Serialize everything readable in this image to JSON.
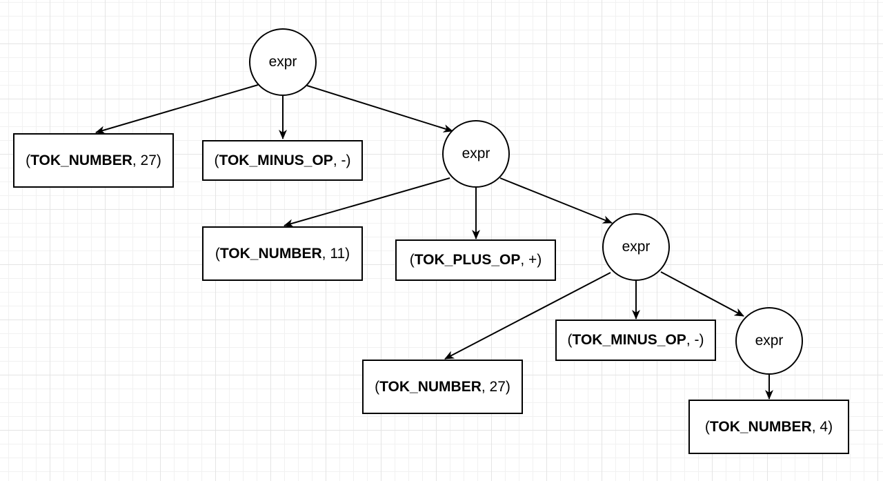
{
  "tree": {
    "nodes": [
      {
        "id": "expr1",
        "label": "expr"
      },
      {
        "id": "tok1",
        "token": "TOK_NUMBER",
        "value": "27"
      },
      {
        "id": "tok2",
        "token": "TOK_MINUS_OP",
        "value": "-"
      },
      {
        "id": "expr2",
        "label": "expr"
      },
      {
        "id": "tok3",
        "token": "TOK_NUMBER",
        "value": "11"
      },
      {
        "id": "tok4",
        "token": "TOK_PLUS_OP",
        "value": "+"
      },
      {
        "id": "expr3",
        "label": "expr"
      },
      {
        "id": "tok5",
        "token": "TOK_NUMBER",
        "value": "27"
      },
      {
        "id": "tok6",
        "token": "TOK_MINUS_OP",
        "value": "-"
      },
      {
        "id": "expr4",
        "label": "expr"
      },
      {
        "id": "tok7",
        "token": "TOK_NUMBER",
        "value": "4"
      }
    ],
    "edges": [
      {
        "from": "expr1",
        "to": "tok1"
      },
      {
        "from": "expr1",
        "to": "tok2"
      },
      {
        "from": "expr1",
        "to": "expr2"
      },
      {
        "from": "expr2",
        "to": "tok3"
      },
      {
        "from": "expr2",
        "to": "tok4"
      },
      {
        "from": "expr2",
        "to": "expr3"
      },
      {
        "from": "expr3",
        "to": "tok5"
      },
      {
        "from": "expr3",
        "to": "tok6"
      },
      {
        "from": "expr3",
        "to": "expr4"
      },
      {
        "from": "expr4",
        "to": "tok7"
      }
    ]
  }
}
